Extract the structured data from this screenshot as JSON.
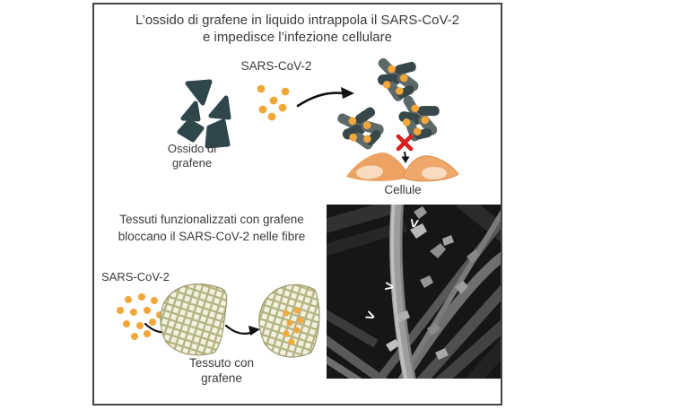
{
  "figure": {
    "top": {
      "title_line1": "L’ossido di grafene in liquido intrappola il SARS-CoV-2",
      "title_line2": "e impedisce l’infezione cellulare",
      "virus_label": "SARS-CoV-2",
      "graphene_label_line1": "Ossido di",
      "graphene_label_line2": "grafene",
      "cells_label": "Cellule"
    },
    "bottom": {
      "title_line1": "Tessuti funzionalizzati con grafene",
      "title_line2": "bloccano il SARS-CoV-2 nelle fibre",
      "virus_label": "SARS-CoV-2",
      "fabric_label_line1": "Tessuto con",
      "fabric_label_line2": "grafene"
    },
    "icons": {
      "sem_marker": ">"
    },
    "colors": {
      "graphene_dark": "#2f464a",
      "cluster_gray": "#5e696a",
      "cluster_dark": "#37474a",
      "virus_orange": "#f2a73a",
      "cell_orange": "#eda163",
      "cell_nucleus": "#f8dcc0",
      "block_red": "#d81f1f",
      "mesh_thread": "#b3b383",
      "arrow_black": "#111111",
      "border_gray": "#454545",
      "sem_background": "#161616"
    }
  }
}
